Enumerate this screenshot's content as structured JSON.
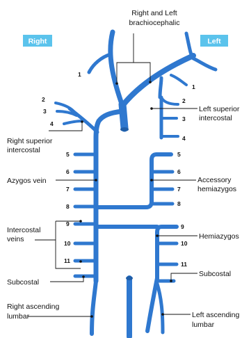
{
  "colors": {
    "vein": "#2f78cf",
    "badge": "#5bc3ec",
    "label": "#111111"
  },
  "badges": {
    "right": "Right",
    "left": "Left"
  },
  "labels": {
    "brachiocephalic_1": "Right and Left",
    "brachiocephalic_2": "brachiocephalic",
    "right_superior_intercostal_1": "Right superior",
    "right_superior_intercostal_2": "intercostal",
    "left_superior_intercostal_1": "Left superior",
    "left_superior_intercostal_2": "intercostal",
    "azygos_vein": "Azygos vein",
    "accessory_hemiazygos_1": "Accessory",
    "accessory_hemiazygos_2": "hemiazygos",
    "intercostal_veins_1": "Intercostal",
    "intercostal_veins_2": "veins",
    "hemiazygos": "Hemiazygos",
    "subcostal_right": "Subcostal",
    "subcostal_left": "Subcostal",
    "right_ascending_lumbar_1": "Right ascending",
    "right_ascending_lumbar_2": "lumbar",
    "left_ascending_lumbar_1": "Left ascending",
    "left_ascending_lumbar_2": "lumbar"
  },
  "numbers": {
    "right": [
      "1",
      "2",
      "3",
      "4",
      "5",
      "6",
      "7",
      "8",
      "9",
      "10",
      "11"
    ],
    "left": [
      "1",
      "2",
      "3",
      "4",
      "5",
      "6",
      "7",
      "8",
      "9",
      "10",
      "11"
    ]
  }
}
